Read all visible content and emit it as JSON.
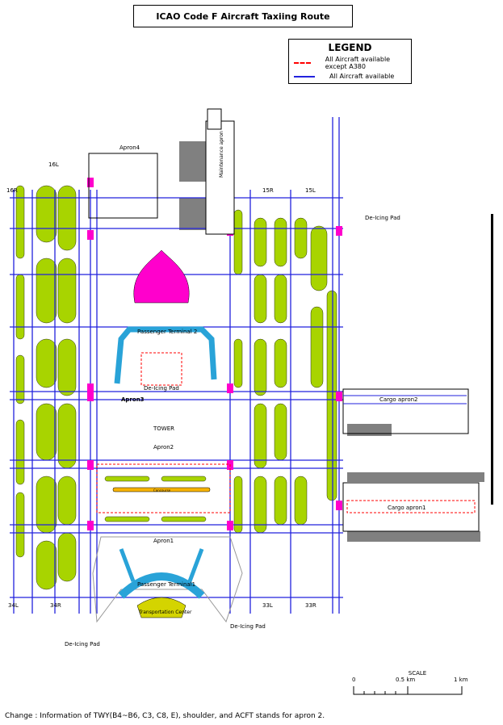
{
  "title": "ICAO Code F Aircraft Taxiing Route",
  "legend": {
    "title": "LEGEND",
    "items": [
      {
        "label": "All Aircraft available except A380",
        "style": "red-dashed",
        "color": "#ff0000"
      },
      {
        "label": "All Aircraft available",
        "style": "blue-solid",
        "color": "#2222dd"
      }
    ]
  },
  "runways": {
    "r16R": "16R",
    "r16L": "16L",
    "r15R": "15R",
    "r15L": "15L",
    "r34L": "34L",
    "r34R": "34R",
    "r33L": "33L",
    "r33R": "33R"
  },
  "areas": {
    "apron4": "Apron4",
    "maintenance": "Maintenance apron",
    "terminal2": "Passenger Terminal 2",
    "apron3": "Apron3",
    "tower": "TOWER",
    "apron2": "Apron2",
    "concourse": "Concourse",
    "apron1": "Apron1",
    "terminal1": "Passenger Terminal1",
    "transport": "Transportation Center",
    "cargo2": "Cargo apron2",
    "cargo1": "Cargo apron1",
    "deicing": "De-Icing Pad"
  },
  "scale": {
    "title": "SCALE",
    "zero": "0",
    "half": "0.5 km",
    "one": "1 km"
  },
  "footnote": "Change : Information of TWY(B4~B6, C3, C8, E), shoulder, and ACFT stands for apron 2.",
  "colors": {
    "grass": "#a8d400",
    "taxiway": "#2222dd",
    "restricted": "#ff0000",
    "terminal": "#29a3d8",
    "dome": "#ff00cc",
    "transport": "#d4d400",
    "block": "#808080"
  }
}
